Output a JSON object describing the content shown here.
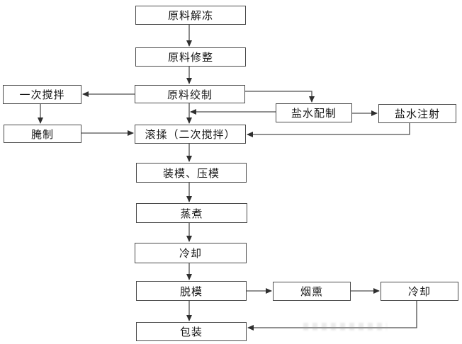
{
  "diagram": {
    "type": "flowchart",
    "language": "zh-CN",
    "colors": {
      "background": "#ffffff",
      "box_border": "#4a4a4a",
      "line": "#4f4f4f",
      "arrowhead": "#2f2f2f",
      "text": "#161616"
    },
    "nodes": {
      "thaw": {
        "label": "原料解冻"
      },
      "trim": {
        "label": "原料修整"
      },
      "grind": {
        "label": "原料绞制"
      },
      "first_stir": {
        "label": "一次搅拌"
      },
      "marinate": {
        "label": "腌制"
      },
      "brine_prep": {
        "label": "盐水配制"
      },
      "brine_inject": {
        "label": "盐水注射"
      },
      "tumble": {
        "label": "滚揉（二次搅拌）"
      },
      "mold_press": {
        "label": "装模、压模"
      },
      "cook": {
        "label": "蒸煮"
      },
      "cool1": {
        "label": "冷却"
      },
      "demold": {
        "label": "脱模"
      },
      "smoke": {
        "label": "烟熏"
      },
      "cool2": {
        "label": "冷却"
      },
      "pack": {
        "label": "包装"
      }
    },
    "edges": [
      "原料解冻 → 原料修整",
      "原料修整 → 原料绞制",
      "原料绞制 → 一次搅拌",
      "一次搅拌 → 腌制",
      "腌制 → 滚揉（二次搅拌）",
      "原料绞制 → 滚揉（二次搅拌）",
      "原料绞制 → 盐水配制",
      "盐水配制 → 滚揉（二次搅拌）",
      "盐水配制 → 盐水注射",
      "盐水注射 → 滚揉（二次搅拌）",
      "滚揉（二次搅拌） → 装模、压模",
      "装模、压模 → 蒸煮",
      "蒸煮 → 冷却",
      "冷却 → 脱模",
      "脱模 → 包装",
      "脱模 → 烟熏",
      "烟熏 → 冷却",
      "冷却 → 包装"
    ]
  }
}
